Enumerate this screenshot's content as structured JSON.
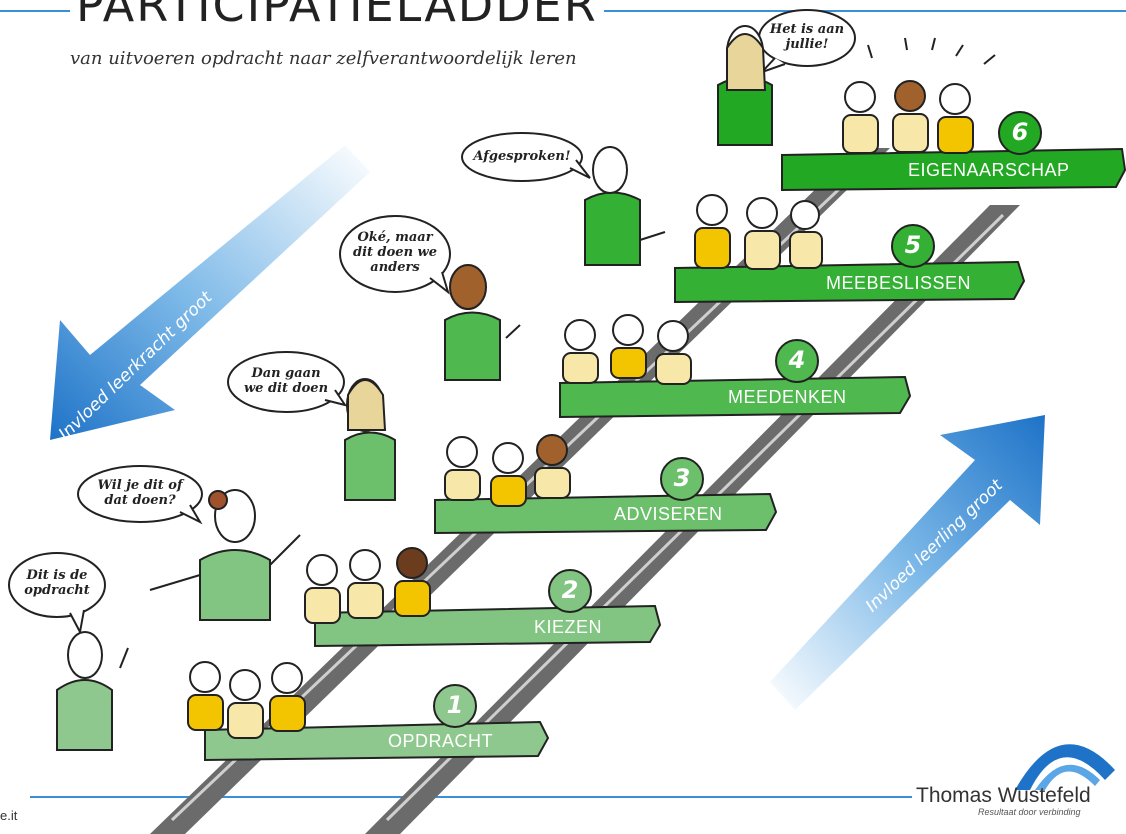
{
  "header": {
    "title": "PARTICIPATIELADDER",
    "subtitle": "van uitvoeren opdracht naar zelfverantwoordelijk leren"
  },
  "steps": [
    {
      "number": "1",
      "label": "OPDRACHT",
      "color": "#8fc88f"
    },
    {
      "number": "2",
      "label": "KIEZEN",
      "color": "#82c582"
    },
    {
      "number": "3",
      "label": "ADVISEREN",
      "color": "#6cc06c"
    },
    {
      "number": "4",
      "label": "MEEDENKEN",
      "color": "#4fb84f"
    },
    {
      "number": "5",
      "label": "MEEBESLISSEN",
      "color": "#34b034"
    },
    {
      "number": "6",
      "label": "EIGENAARSCHAP",
      "color": "#22a822"
    }
  ],
  "bubbles": [
    {
      "line1": "Dit is de",
      "line2": "opdracht",
      "line3": ""
    },
    {
      "line1": "Wil je dit of",
      "line2": "dat doen?",
      "line3": ""
    },
    {
      "line1": "Dan gaan",
      "line2": "we dit doen",
      "line3": ""
    },
    {
      "line1": "Oké, maar",
      "line2": "dit doen we",
      "line3": "anders"
    },
    {
      "line1": "Afgesproken!",
      "line2": "",
      "line3": ""
    },
    {
      "line1": "Het is aan",
      "line2": "jullie!",
      "line3": ""
    }
  ],
  "arrows": {
    "teacher": "Invloed leerkracht groot",
    "student": "Invloed leerling groot"
  },
  "brand": {
    "name": "Thomas Wustefeld",
    "tagline": "Resultaat door verbinding"
  },
  "corner_mark": "e.it",
  "colors": {
    "arrow_blue": "#2f86cf",
    "rail": "#666666",
    "teacher_green": "#3db83d",
    "student_yellow": "#f2c500"
  }
}
